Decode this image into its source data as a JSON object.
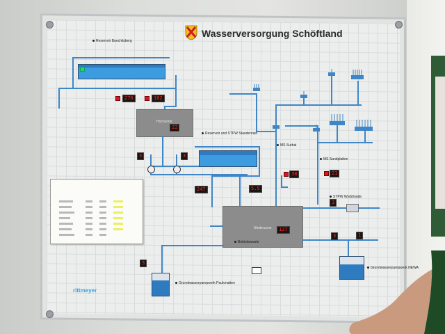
{
  "board": {
    "title": "Wasserversorgung Schöftland",
    "crest_colors": {
      "field": "#f2c21c",
      "cross": "#d2182a"
    },
    "logo": "rittmeyer"
  },
  "sites": {
    "reservoir_top": "Reservoir Buechlisberg",
    "reservoir_mid": "Reservoir und STPW Staudenrain",
    "pump_station_left": "Grundwasserpumpwerk Paukmatten",
    "pump_station_right": "Grundwasserpumpwerk NEWA",
    "ms_surbal": "MS Surbal",
    "ms_sandplatten": "MS Sandplatten",
    "stpw": "STPW Wyddmatte"
  },
  "boxes": {
    "upper": "Hochzone",
    "lower": "Niederzone",
    "lower_sub": "Betriebswarte"
  },
  "displays": {
    "top_left": "276",
    "top_right": "102",
    "upper_zone": "22",
    "mid_left": "3",
    "mid_right": "3",
    "center_left": "247",
    "center_right": "5.5",
    "ms_surbal": "38",
    "ms_sandplatten": "21",
    "stpw": "3",
    "lower_zone": "127",
    "lower_right_a": "3",
    "lower_right_b": "1",
    "pump_left": "3"
  },
  "colors": {
    "pipe": "#3f86c7",
    "tank": "#2f7bbf",
    "box": "#8c8c8c",
    "led_text": "#ff2a1a",
    "led_bg": "#1b1413",
    "highlight": "#eaf05e"
  }
}
